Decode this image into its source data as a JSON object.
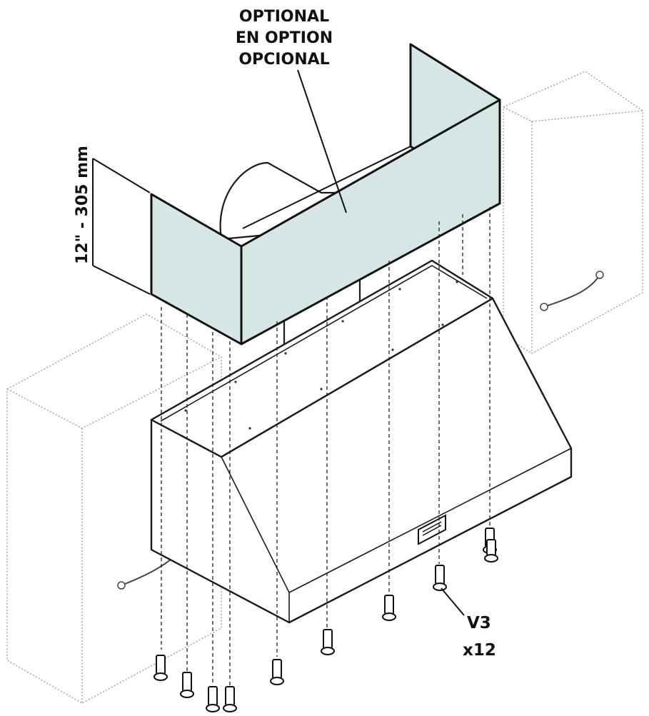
{
  "labels": {
    "optional_en": "OPTIONAL",
    "optional_fr": "EN OPTION",
    "optional_es": "OPCIONAL",
    "dimension": "12\" - 305 mm",
    "screw_code": "V3",
    "screw_qty": "x12"
  }
}
